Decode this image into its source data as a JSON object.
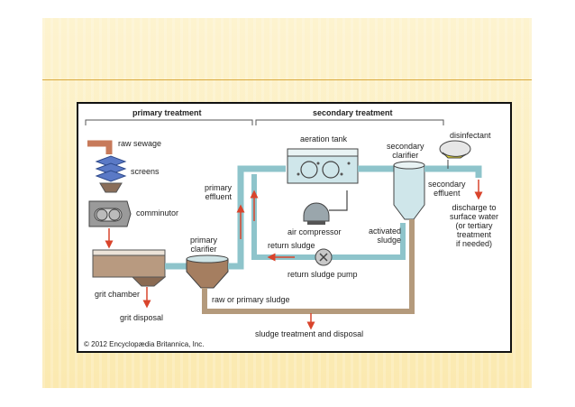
{
  "diagram": {
    "sections": {
      "primary": "primary treatment",
      "secondary": "secondary treatment"
    },
    "labels": {
      "raw_sewage": "raw sewage",
      "screens": "screens",
      "comminutor": "comminutor",
      "grit_chamber": "grit chamber",
      "grit_disposal": "grit disposal",
      "primary_clarifier": "primary\nclarifier",
      "primary_effluent": "primary\neffluent",
      "aeration_tank": "aeration tank",
      "air_compressor": "air compressor",
      "return_sludge": "return sludge",
      "return_sludge_pump": "return sludge pump",
      "secondary_clarifier": "secondary\nclarifier",
      "activated_sludge": "activated\nsludge",
      "disinfectant": "disinfectant",
      "secondary_effluent": "secondary\neffluent",
      "discharge": "discharge to\nsurface water\n(or tertiary\ntreatment\nif needed)",
      "raw_or_primary_sludge": "raw or primary sludge",
      "sludge_treatment": "sludge treatment and disposal"
    },
    "copyright": "© 2012 Encyclopædia Britannica, Inc.",
    "colors": {
      "water_pipe": "#8ec4cb",
      "sludge_pipe": "#b49a7c",
      "flow_arrow": "#d9442c",
      "sewage_pipe": "#c77a5a"
    }
  }
}
